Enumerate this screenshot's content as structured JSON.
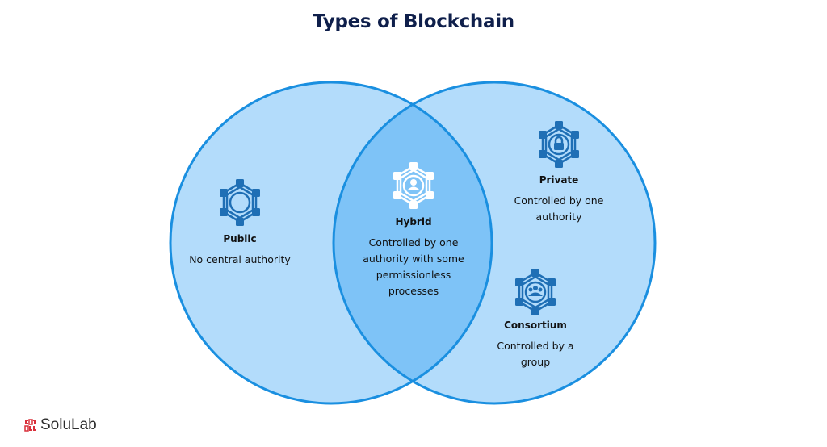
{
  "title": "Types of Blockchain",
  "colors": {
    "title": "#0f1f4b",
    "circle_fill": "#b3dcfb",
    "overlap_fill": "#7ec3f7",
    "circle_stroke": "#1a8fe0",
    "icon_blue": "#1f6fb5",
    "icon_white": "#ffffff",
    "logo_red": "#d9303b"
  },
  "sets": [
    {
      "name": "Public",
      "description": "No central authority",
      "icon": "network-icon"
    },
    {
      "name": "Hybrid",
      "description": "Controlled by one authority with some permissionless processes",
      "icon": "network-user-icon"
    },
    {
      "name": "Private",
      "description": "Controlled by one authority",
      "icon": "network-lock-icon"
    },
    {
      "name": "Consortium",
      "description": "Controlled by a group",
      "icon": "network-group-icon"
    }
  ],
  "labels": {
    "public": {
      "name": "Public",
      "desc_lines": [
        "No central authority"
      ]
    },
    "hybrid": {
      "name": "Hybrid",
      "desc_lines": [
        "Controlled by one",
        "authority with some",
        "permissionless",
        "processes"
      ]
    },
    "private": {
      "name": "Private",
      "desc_lines": [
        "Controlled by one",
        "authority"
      ]
    },
    "consortium": {
      "name": "Consortium",
      "desc_lines": [
        "Controlled by a",
        "group"
      ]
    }
  },
  "logo": {
    "text": "SoluLab"
  }
}
